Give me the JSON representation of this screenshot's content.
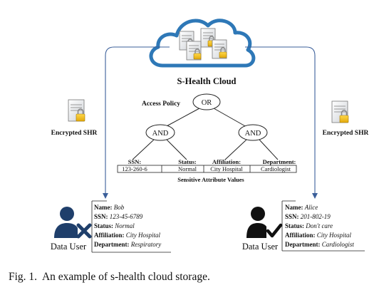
{
  "cloud": {
    "title": "S-Health Cloud"
  },
  "policy": {
    "label": "Access Policy",
    "root": "OR",
    "left_gate": "AND",
    "right_gate": "AND",
    "attr_names": [
      "SSN:",
      "Status:",
      "Affiliation:",
      "Department:"
    ],
    "attr_values": [
      "123-260-6",
      "Normal",
      "City Hospital",
      "Cardiologist"
    ],
    "values_caption": "Sensitive Attribute Values"
  },
  "shr_left": {
    "label": "Encrypted SHR"
  },
  "shr_right": {
    "label": "Encrypted SHR"
  },
  "users": [
    {
      "label": "Data User",
      "fields": [
        {
          "k": "Name:",
          "v": "Bob"
        },
        {
          "k": "SSN:",
          "v": "123-45-6789"
        },
        {
          "k": "Status:",
          "v": "Normal"
        },
        {
          "k": "Affiliation:",
          "v": "City Hospital"
        },
        {
          "k": "Department:",
          "v": "Respiratory"
        }
      ],
      "icon": "user-denied-icon",
      "icon_color": "#1f3f6b"
    },
    {
      "label": "Data User",
      "fields": [
        {
          "k": "Name:",
          "v": "Alice"
        },
        {
          "k": "SSN:",
          "v": "201-802-19"
        },
        {
          "k": "Status:",
          "v": "Don't care"
        },
        {
          "k": "Affiliation:",
          "v": "City Hospital"
        },
        {
          "k": "Department:",
          "v": "Cardiologist"
        }
      ],
      "icon": "user-approved-icon",
      "icon_color": "#111111"
    }
  ],
  "figure": {
    "fig_label": "Fig. 1.",
    "caption": "An example of s-health cloud storage."
  },
  "colors": {
    "cloud_outline": "#2e78b7",
    "arrow": "#3b5f9a",
    "lock": "#e9b91c"
  }
}
